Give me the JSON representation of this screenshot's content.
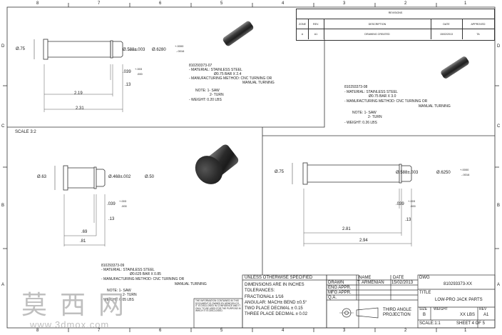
{
  "zones": {
    "top": [
      "8",
      "7",
      "6",
      "5",
      "4",
      "3",
      "2",
      "1"
    ],
    "bottom": [
      "8",
      "7",
      "6",
      "5",
      "4",
      "3",
      "2",
      "1"
    ],
    "left": [
      "D",
      "C",
      "B",
      "A"
    ],
    "right": [
      "D",
      "C",
      "B",
      "A"
    ]
  },
  "revisions": {
    "title": "REVISIONS",
    "headers": [
      "ZONE",
      "REV.",
      "DESCRIPTION",
      "DATE",
      "APPROVED"
    ],
    "row": [
      "A",
      "A1",
      "DRAWING CREATED",
      "15/02/2013",
      "TA"
    ]
  },
  "views": {
    "top_left": {
      "dia_left": "Ø.75",
      "dia_mid": "Ø.588±.003",
      "dia_right": "Ø.6280",
      "tol_up": "+.0000",
      "tol_dn": "-.0016",
      "groove": ".039",
      "groove_up": "+.003",
      "groove_dn": ".000",
      "step": ".13",
      "len1": "2.19",
      "len2": "2.31",
      "part": "810293373-07",
      "notes": [
        "- MATERIAL: STAINLESS STEEL",
        "Ø0.75 BAR X 2.4",
        "- MANUFACTURING METHOD: CNC TURNING OR",
        "MANUAL TURNING",
        "NOTE: 1- SAW",
        "2- TURN",
        "- WEIGHT: 0.20 LBS"
      ]
    },
    "top_right": {
      "part": "810293373-08",
      "notes": [
        "- MATERIAL: STAINLESS STEEL",
        "Ø0.75 BAR X 3.0",
        "- MANUFACTURING METHOD: CNC TURNING OR",
        "MANUAL TURNING",
        "NOTE: 1- SAW",
        "2- TURN",
        "- WEIGHT: 0.26 LBS"
      ]
    },
    "bottom_left": {
      "scale": "SCALE 3:2",
      "dia_left": "Ø.63",
      "dia_mid": "Ø.468±.002",
      "dia_right": "Ø.50",
      "groove": ".039",
      "groove_up": "+.003",
      "groove_dn": ".000",
      "step": ".13",
      "len1": ".69",
      "len2": ".81",
      "part": "810293373-09",
      "notes": [
        "- MATERIAL: STAINLESS STEEL",
        "Ø0.625 BAR X 0.85",
        "- MANUFACTURING METHOD: CNC TURNING OR",
        "MANUAL TURNING",
        "NOTE: 1- SAW",
        "2- TURN",
        "- WEIGHT: 0.05 LBS"
      ]
    },
    "bottom_right": {
      "dia_left": "Ø.75",
      "dia_mid": "Ø.588±.003",
      "dia_right": "Ø.6250",
      "tol_up": "+.0000",
      "tol_dn": "-.0016",
      "groove": ".039",
      "groove_up": "+.003",
      "groove_dn": ".000",
      "step": ".13",
      "len1": "2.81",
      "len2": "2.94"
    }
  },
  "title_block": {
    "confidential": "THE INFORMATION CONTAINED IN THIS DOCUMENT IS OWNED BY ARMOGN CO. IT IS DISCLOSED IN CONFIDENCE AND IT ONLY TO BE USED FOR THE PURPOSE IN WHICH IT IS DISCLOSED.",
    "spec": [
      "UNLESS OTHERWISE SPECIFIED",
      "DIMENSIONS ARE IN INCHES",
      "TOLERANCES:",
      "FRACTIONAL± 1/16",
      "ANGULAR: MACH±    BEND ±0.5°",
      "TWO PLACE DECIMAL    ± 0.15",
      "THREE PLACE DECIMAL  ± 0.02"
    ],
    "name_hdr": "NAME",
    "date_hdr": "DATE",
    "drawn": "DRAWN",
    "drawn_name": "T. ARMENIAN",
    "drawn_date": "15/02/2013",
    "eng_appr": "ENG APPR.",
    "mfg_appr": "MFG APPR.",
    "qa": "Q.A.",
    "projection": [
      "THIRD ANGLE",
      "PROJECTION"
    ],
    "dwg_label": "DWG",
    "dwg_no": "810293373-XX",
    "title_value": "LOW-PRO JACK PARTS",
    "title_label": "TITLE",
    "size_label": "SIZE",
    "size": "B",
    "weight_label": "WEIGHT",
    "weight": "XX LBS",
    "rev_label": "REV",
    "rev": "A1",
    "scale": "SCALE:1:1",
    "sheet": "SHEET 4 OF 5"
  },
  "watermark": {
    "chars": [
      "莫",
      "西",
      "网"
    ],
    "url": "www.3dmox.com"
  }
}
